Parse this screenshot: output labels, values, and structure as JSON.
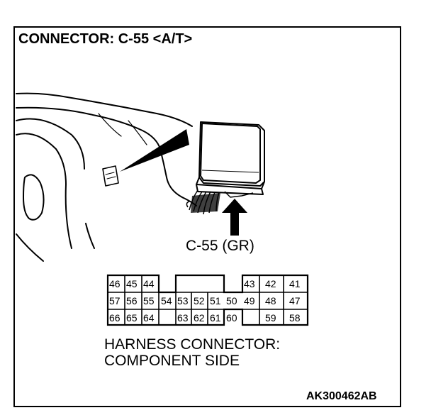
{
  "title": "CONNECTOR: C-55 <A/T>",
  "connector_label": "C-55 (GR)",
  "pins": {
    "row1": [
      "46",
      "45",
      "44",
      "43",
      "42",
      "41"
    ],
    "row2": [
      "57",
      "56",
      "55",
      "54",
      "53",
      "52",
      "51",
      "50",
      "49",
      "48",
      "47"
    ],
    "row3": [
      "66",
      "65",
      "64",
      "63",
      "62",
      "61",
      "60",
      "59",
      "58"
    ]
  },
  "harness_text": {
    "line1": "HARNESS CONNECTOR:",
    "line2": "COMPONENT SIDE"
  },
  "code": "AK300462AB",
  "icons": {
    "illustration": "dashboard-ecu-icon",
    "arrow": "up-arrow-icon"
  }
}
